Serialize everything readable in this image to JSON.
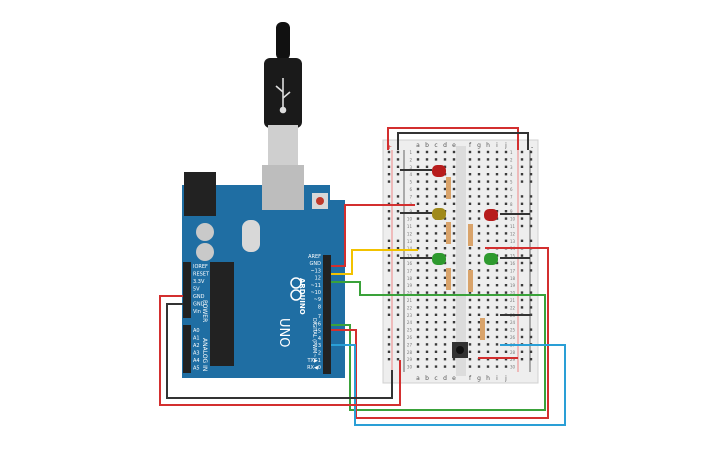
{
  "colors": {
    "board": "#1f6ea3",
    "board_dark": "#17557e",
    "breadboard": "#eeeeee",
    "wire_red": "#d32f2f",
    "wire_black": "#333333",
    "wire_yellow": "#f2c200",
    "wire_green": "#3aa23a",
    "wire_blue": "#2a9fd6",
    "led_red": "#b71c1c",
    "led_yellow": "#a08a1a",
    "led_green": "#2e9a2e"
  },
  "board": {
    "brand": "ARDUINO",
    "model": "UNO",
    "power_header": [
      "IOREF",
      "RESET",
      "3.3V",
      "5V",
      "GND",
      "GND",
      "Vin"
    ],
    "power_label": "POWER",
    "analog_header": [
      "A0",
      "A1",
      "A2",
      "A3",
      "A4",
      "A5"
    ],
    "analog_label": "ANALOG IN",
    "top_header": [
      "AREF",
      "GND",
      "~13",
      "12",
      "~11",
      "~10",
      "~9",
      "8"
    ],
    "bottom_header": [
      "7",
      "~6",
      "~5",
      "4",
      "~3",
      "2",
      "TX▶1",
      "RX◀0"
    ],
    "digital_label": "DIGITAL (PWM~)",
    "usb_icon": "usb-icon"
  },
  "breadboard": {
    "columns_left": [
      "a",
      "b",
      "c",
      "d",
      "e"
    ],
    "columns_right": [
      "f",
      "g",
      "h",
      "i",
      "j"
    ],
    "rail_plus": "+",
    "rail_minus": "-",
    "row_numbers": [
      "1",
      "2",
      "3",
      "4",
      "5",
      "6",
      "7",
      "8",
      "9",
      "10",
      "11",
      "12",
      "13",
      "14",
      "15",
      "16",
      "17",
      "18",
      "19",
      "20",
      "21",
      "22",
      "23",
      "24",
      "25",
      "26",
      "27",
      "28",
      "29",
      "30"
    ]
  }
}
